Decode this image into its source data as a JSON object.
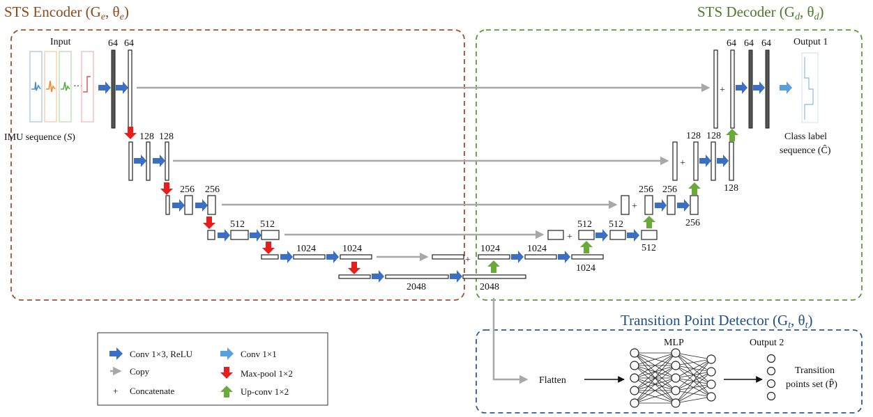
{
  "encoder": {
    "title": "STS Encoder (G",
    "title_sub1": "e",
    "title_mid": ", θ",
    "title_sub2": "e",
    "title_end": ")",
    "border_color": "#a0522d"
  },
  "decoder": {
    "title": "STS Decoder (G",
    "title_sub1": "d",
    "title_mid": ", θ",
    "title_sub2": "d",
    "title_end": ")",
    "border_color": "#5a9a3a"
  },
  "tpd": {
    "title": "Transition Point Detector (G",
    "title_sub1": "t",
    "title_mid": ", θ",
    "title_sub2": "t",
    "title_end": ")",
    "border_color": "#2a5a9a"
  },
  "input": {
    "label": "Input",
    "caption": "IMU sequence (",
    "caption_var": "S",
    "caption_end": ")"
  },
  "output1": {
    "label": "Output 1",
    "caption_line1": "Class label",
    "caption_line2": "sequence (Ĉ)"
  },
  "output2": {
    "label": "Output 2",
    "caption_line1": "Transition",
    "caption_line2": "points set (P̂)"
  },
  "mlp": {
    "label": "MLP"
  },
  "flatten": {
    "label": "Flatten"
  },
  "plus": "+",
  "channels": {
    "enc_l1_a": "64",
    "enc_l1_b": "64",
    "enc_l2_a": "128",
    "enc_l2_b": "128",
    "enc_l3_a": "256",
    "enc_l3_b": "256",
    "enc_l4_a": "512",
    "enc_l4_b": "512",
    "enc_l5_a": "1024",
    "enc_l5_b": "1024",
    "bottom_a": "2048",
    "bottom_b": "2048",
    "dec_l5_a": "1024",
    "dec_l5_b": "1024",
    "dec_l5_c": "1024",
    "dec_l4_a": "512",
    "dec_l4_b": "512",
    "dec_l4_c": "512",
    "dec_l3_a": "256",
    "dec_l3_b": "256",
    "dec_l3_c": "256",
    "dec_l2_a": "128",
    "dec_l2_b": "128",
    "dec_l2_c": "128",
    "dec_l1_a": "64",
    "dec_l1_b": "64",
    "dec_l1_c": "64"
  },
  "legend": {
    "conv3": "Conv 1×3, ReLU",
    "conv1": "Conv 1×1",
    "copy": "Copy",
    "maxpool": "Max-pool 1×2",
    "concat": "Concatenate",
    "upconv": "Up-conv 1×2",
    "concat_symbol": "+"
  },
  "colors": {
    "conv3": "#3b6fc4",
    "conv1": "#5aa0dc",
    "copy": "#a8a8a8",
    "maxpool": "#e61e1e",
    "upconv": "#6aaa3a"
  },
  "input_signal_colors": [
    "#4a90c8",
    "#f08c30",
    "#5aaa4a",
    "#e05050"
  ]
}
